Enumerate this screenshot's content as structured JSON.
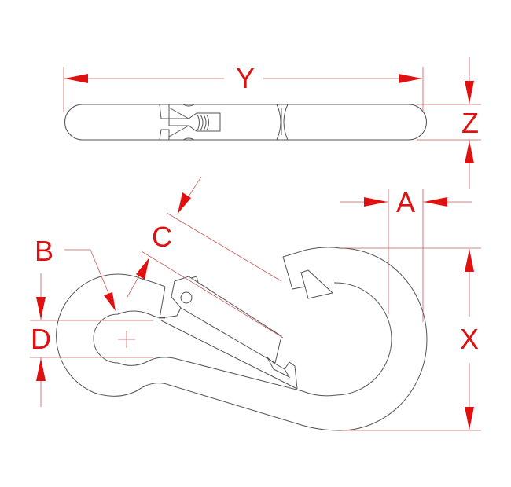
{
  "diagram": {
    "subject": "spring snap hook (carabiner) dimension drawing",
    "views": [
      "top view",
      "side view"
    ],
    "colors": {
      "outline": "#555555",
      "dimension_line": "#c85a5a",
      "label": "#e01010",
      "background": "#ffffff"
    },
    "dimensions": {
      "Y": {
        "label": "Y",
        "meaning": "overall length (top view)"
      },
      "Z": {
        "label": "Z",
        "meaning": "thickness (top view)"
      },
      "A": {
        "label": "A",
        "meaning": "wire diameter at hook bend"
      },
      "B": {
        "label": "B",
        "meaning": "eye inner radius"
      },
      "C": {
        "label": "C",
        "meaning": "gate opening"
      },
      "D": {
        "label": "D",
        "meaning": "eye inner diameter"
      },
      "X": {
        "label": "X",
        "meaning": "hook outer height"
      }
    }
  }
}
